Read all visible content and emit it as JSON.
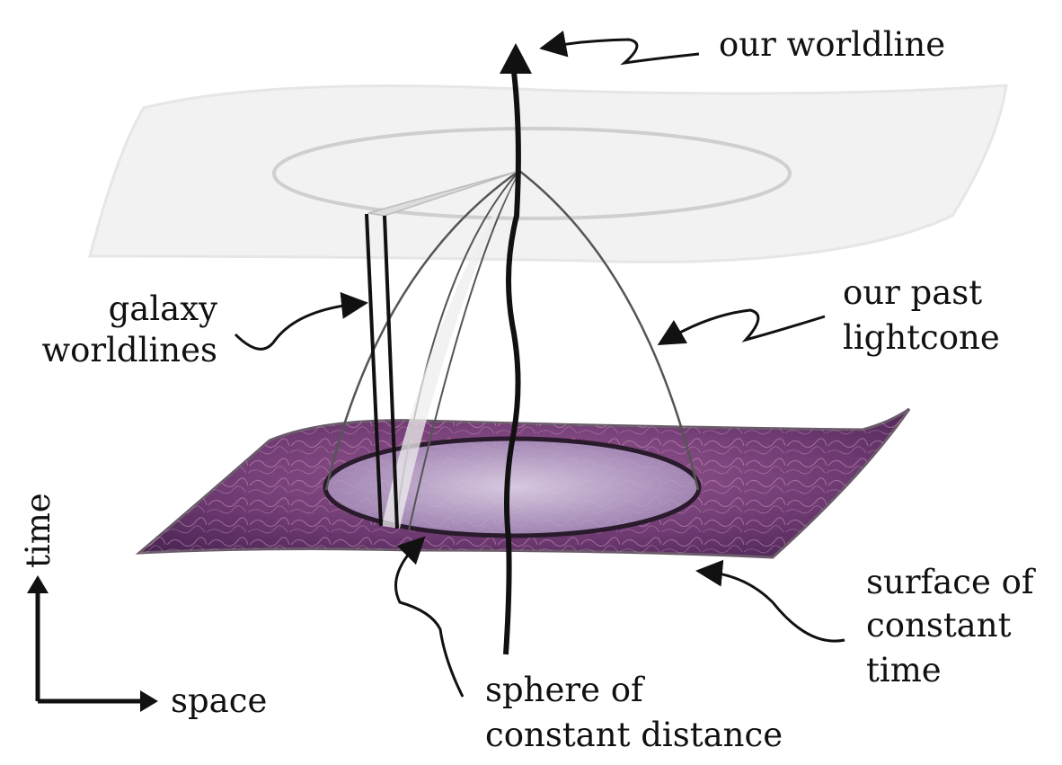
{
  "labels": {
    "our_worldline": "our worldline",
    "galaxy_worldlines": [
      "galaxy",
      "worldlines"
    ],
    "our_past_lightcone": [
      "our past",
      "lightcone"
    ],
    "surface_of_constant_time": [
      "surface of",
      "constant",
      "time"
    ],
    "sphere_of_constant_distance": [
      "sphere of",
      "constant distance"
    ],
    "time_axis": "time",
    "space_axis": "space"
  },
  "colors": {
    "ink": "#111111",
    "upper_sheet": "#efefef",
    "lower_sheet": "#7a3f78",
    "lower_sheet_glow": "#c98bb2",
    "disk": "#b8a9c9"
  }
}
